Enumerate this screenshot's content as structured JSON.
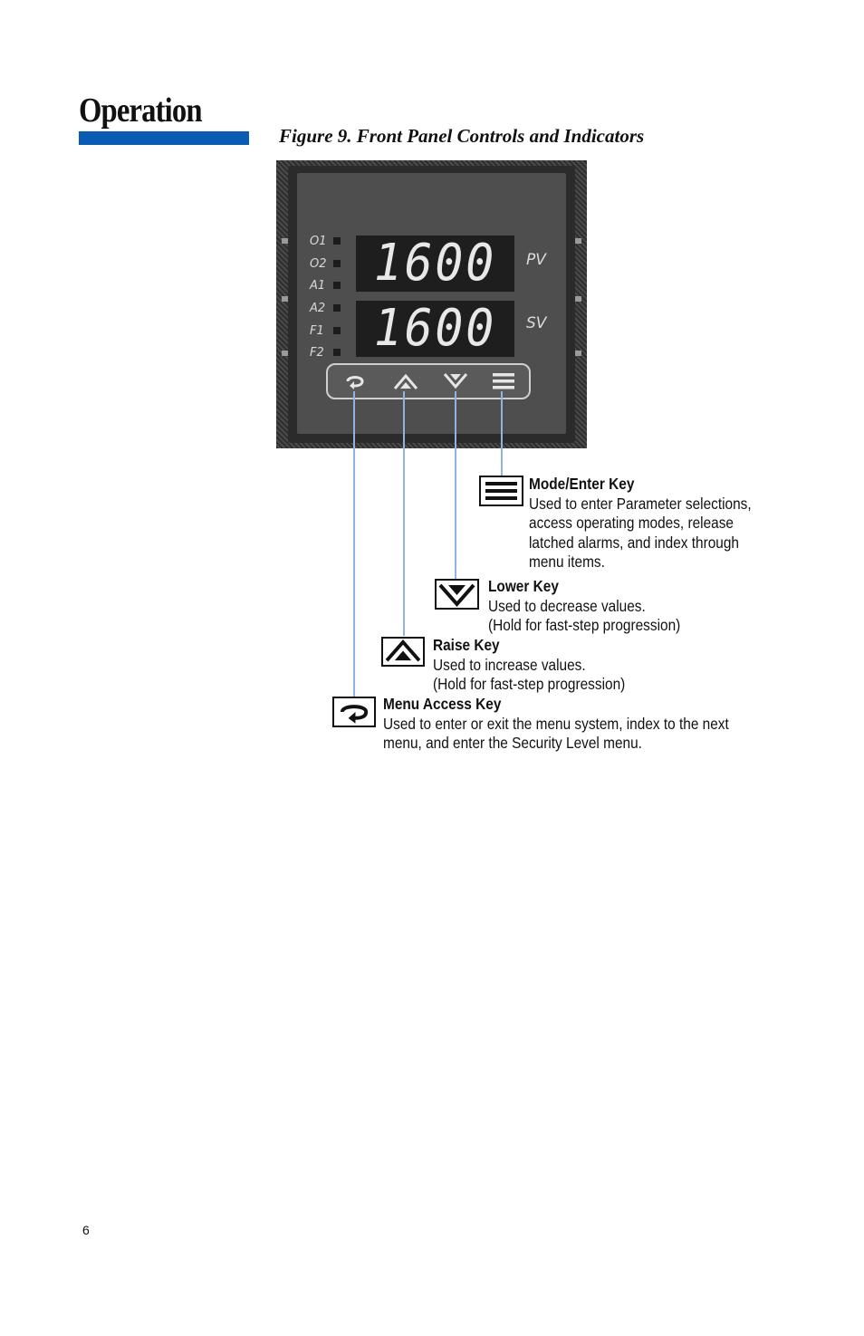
{
  "section": {
    "title": "Operation"
  },
  "figure": {
    "caption": "Figure 9. Front Panel Controls and Indicators",
    "panel": {
      "leds": [
        "O1",
        "O2",
        "A1",
        "A2",
        "F1",
        "F2"
      ],
      "pv": {
        "value": "1600",
        "tag": "PV"
      },
      "sv": {
        "value": "1600",
        "tag": "SV"
      },
      "keys": [
        "menu-access-icon",
        "raise-icon",
        "lower-icon",
        "mode-enter-icon"
      ]
    }
  },
  "callouts": {
    "mode_enter": {
      "name": "Mode/Enter Key",
      "lines": [
        "Used to enter Parameter selections,",
        "access operating modes, release",
        "latched alarms, and index through",
        "menu items."
      ]
    },
    "lower": {
      "name": "Lower Key",
      "lines": [
        "Used to decrease values.",
        "(Hold for fast-step progression)"
      ]
    },
    "raise": {
      "name": "Raise Key",
      "lines": [
        "Used to increase values.",
        "(Hold for fast-step progression)"
      ]
    },
    "menu_access": {
      "name": "Menu Access Key",
      "lines": [
        "Used to enter or exit the menu system, index to the next",
        "menu, and enter the Security Level menu."
      ]
    }
  },
  "page": {
    "number": "6"
  },
  "colors": {
    "accent": "#0a5bb3",
    "leader": "#8fb3e3"
  }
}
